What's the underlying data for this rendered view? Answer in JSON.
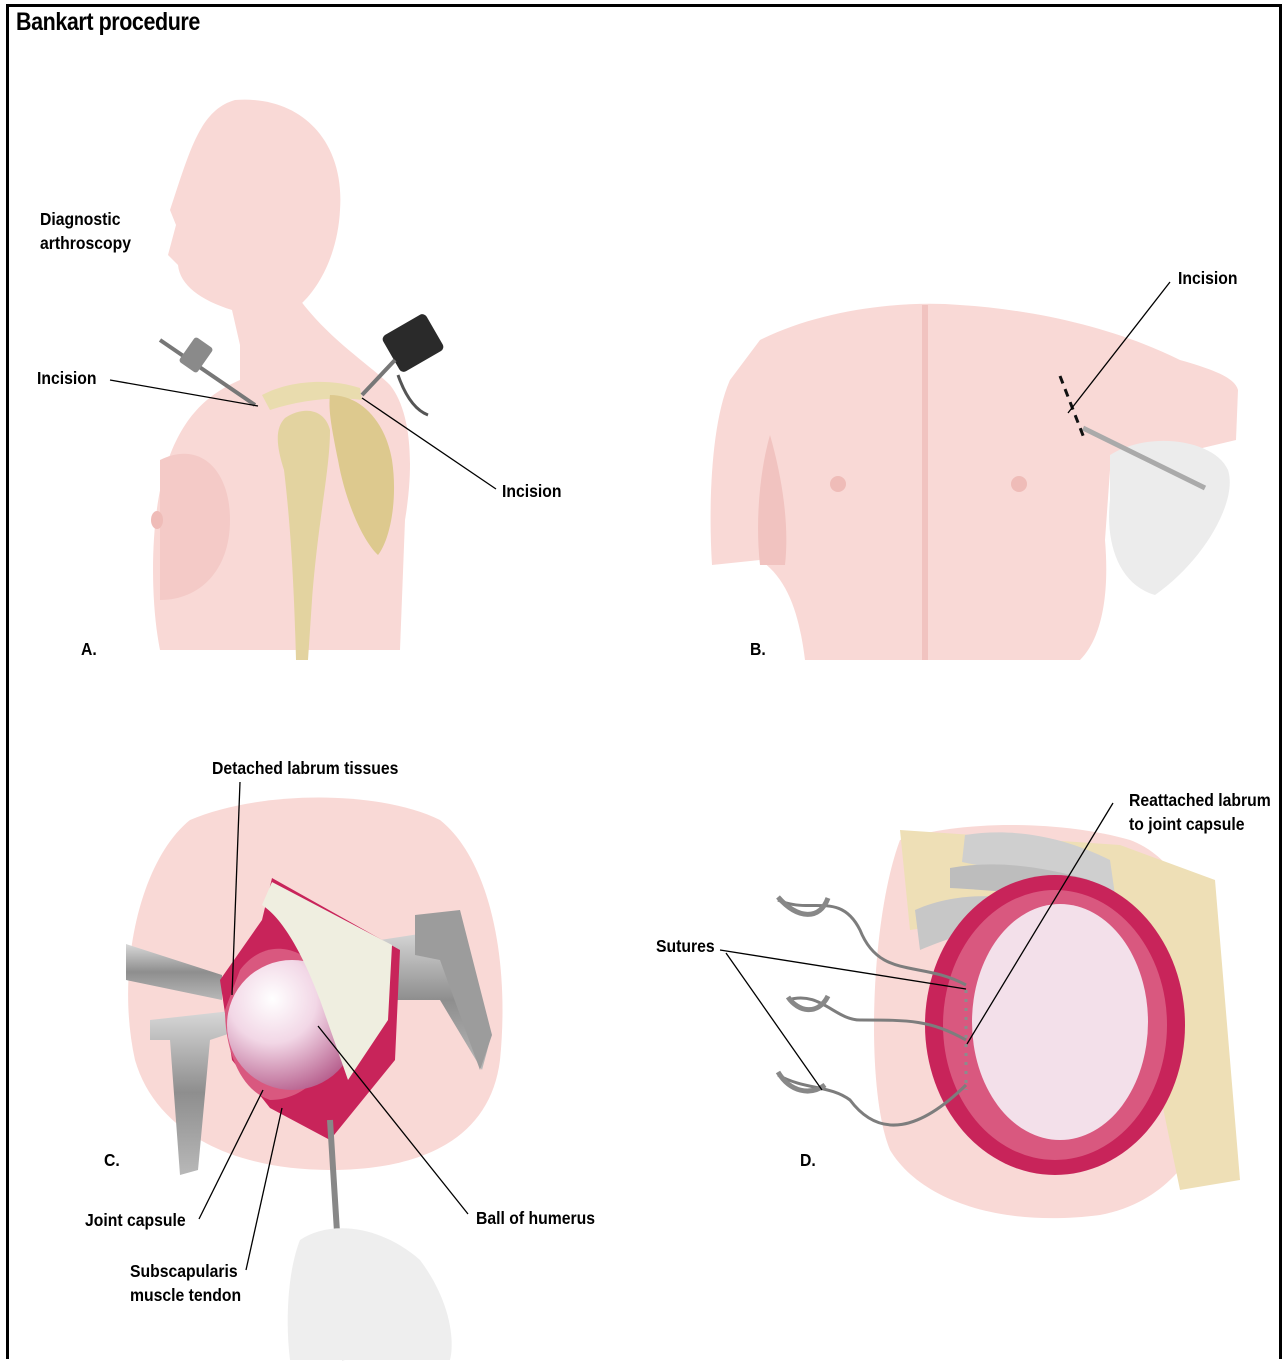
{
  "title": "Bankart procedure",
  "panels": {
    "a": {
      "letter": "A.",
      "heading": "Diagnostic\narthroscopy",
      "incision_left": "Incision",
      "incision_right": "Incision"
    },
    "b": {
      "letter": "B.",
      "incision": "Incision"
    },
    "c": {
      "letter": "C.",
      "detached_labrum": "Detached labrum tissues",
      "joint_capsule": "Joint capsule",
      "subscapularis": "Subscapularis\nmuscle tendon",
      "ball_of_humerus": "Ball of humerus"
    },
    "d": {
      "letter": "D.",
      "reattached_labrum": "Reattached labrum\nto joint capsule",
      "sutures": "Sutures"
    }
  },
  "colors": {
    "skin": "#f9d9d6",
    "skin_dark": "#f1c3c0",
    "bone": "#e9dcae",
    "labrum": "#c8245a",
    "capsule": "#d9587f",
    "instrument": "#9a9a9a",
    "glenoid": "#f3e0ea"
  }
}
